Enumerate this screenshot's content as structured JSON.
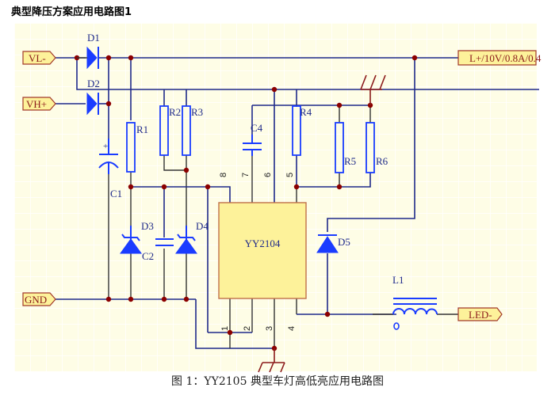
{
  "heading": "典型降压方案应用电路图1",
  "caption": "图 1：YY2105 典型车灯高低亮应用电路图",
  "colors": {
    "panel_bg": "#fefde6",
    "wire": "#1f2a8a",
    "component": "#1a3cff",
    "junction": "#8b0000",
    "port_fill": "#fdf29a",
    "port_border": "#a33a2a",
    "ground": "#8b1a1a",
    "ic_fill": "#fdf29a",
    "ic_border": "#c0704a"
  },
  "ports": {
    "vl": "VL-",
    "vh": "VH+",
    "gnd": "GND",
    "lplus": "L+/10V/0.8A/0.4",
    "led": "LED-"
  },
  "components": {
    "d1": "D1",
    "d2": "D2",
    "d3": "D3",
    "d4": "D4",
    "d5": "D5",
    "r1": "R1",
    "r2": "R2",
    "r3": "R3",
    "r4": "R4",
    "r5": "R5",
    "r6": "R6",
    "c1": "C1",
    "c2": "C2",
    "c4": "C4",
    "l1": "L1",
    "c1_polarity": "+",
    "l1_marker": "o"
  },
  "ic": {
    "name": "YY2104",
    "pins": {
      "p1": "1",
      "p2": "2",
      "p3": "3",
      "p4": "4",
      "p5": "5",
      "p6": "6",
      "p7": "7",
      "p8": "8"
    }
  }
}
